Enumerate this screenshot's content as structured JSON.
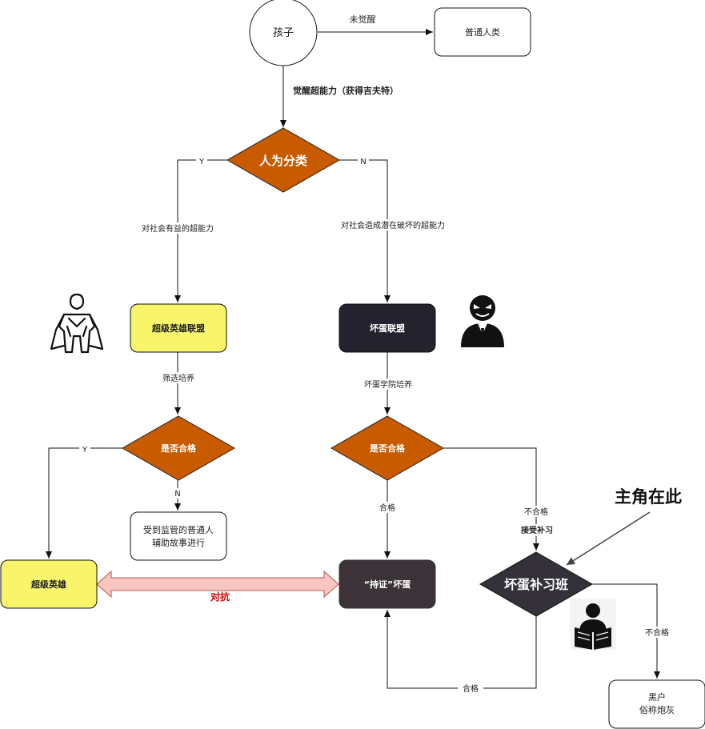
{
  "nodes": {
    "child": "孩子",
    "ordinary_human": "普通人类",
    "classify": "人为分类",
    "hero_league": "超级英雄联盟",
    "villain_league": "坏蛋联盟",
    "qualified_left": "是否合格",
    "qualified_right": "是否合格",
    "supervised_line1": "受到监管的普通人",
    "supervised_line2": "辅助故事进行",
    "superhero": "超级英雄",
    "licensed_villain": "“持证”坏蛋",
    "remedial_class": "坏蛋补习班",
    "black_line1": "黑户",
    "black_line2": "俗称炮灰"
  },
  "edges": {
    "not_awakened": "未觉醒",
    "awakened": "觉醒超能力（获得吉夫特）",
    "yes_top": "Y",
    "no_top": "N",
    "beneficial": "对社会有益的超能力",
    "destructive": "对社会造成潜在破坏的超能力",
    "screen_train": "筛选培养",
    "academy_train": "坏蛋学院培养",
    "yes_left": "Y",
    "no_left": "N",
    "pass_right": "合格",
    "fail_right": "不合格",
    "accept_remedial": "接受补习",
    "fail_remedial": "不合格",
    "pass_remedial": "合格",
    "confront": "对抗"
  },
  "callout": "主角在此",
  "icons": [
    "superhero-icon",
    "villain-icon",
    "reader-icon"
  ],
  "colors": {
    "hero_fill": "#f8f56a",
    "villain_fill": "#24222c",
    "licensed_fill": "#3b3338",
    "diamond_orange": "#c85a00",
    "diamond_dark": "#34313a",
    "confront_fill": "#f7c6c3",
    "confront_stroke": "#b85450",
    "confront_text": "#cc0000"
  }
}
